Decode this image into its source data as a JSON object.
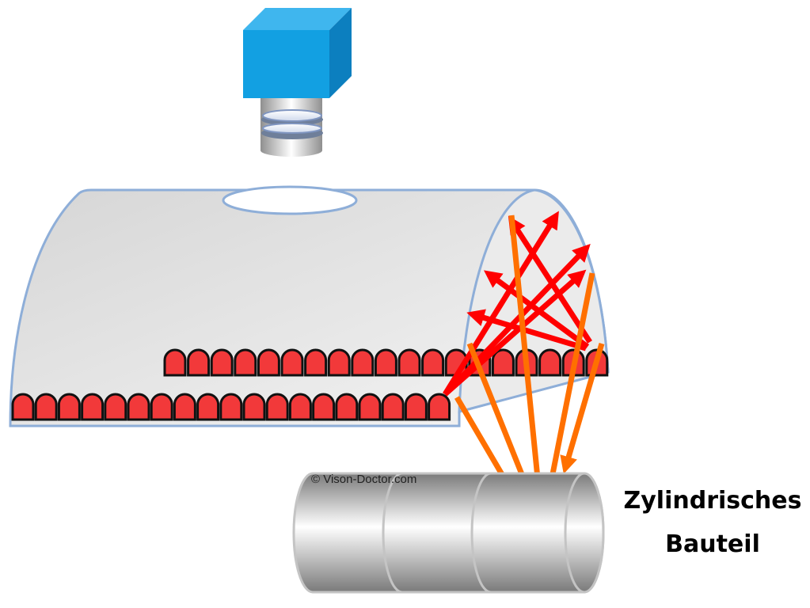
{
  "diagram": {
    "title": "Dome illumination with camera over cylindrical part",
    "part_label_line1": "Zylindrisches",
    "part_label_line2": "Bauteil",
    "copyright": "© Vison-Doctor.com",
    "components": {
      "camera": "camera",
      "lens": "lens",
      "dome": "dome-light",
      "camera_opening": "dome-opening",
      "led_rows": 2,
      "part": "cylindrical-part"
    },
    "colors": {
      "camera_front": "#12a0e2",
      "camera_top": "#3fb6ee",
      "camera_side": "#0c7fbf",
      "dome_outline": "#8eaed8",
      "dome_fill": "#e3e3e3",
      "led_fill": "#f2393a",
      "led_outline": "#111111",
      "led_rays": "#ff0000",
      "reflected_rays": "#ff7000",
      "part_metal": "#9a9a9a"
    },
    "leds": {
      "upper_row_count": 19,
      "lower_row_count": 19
    }
  }
}
